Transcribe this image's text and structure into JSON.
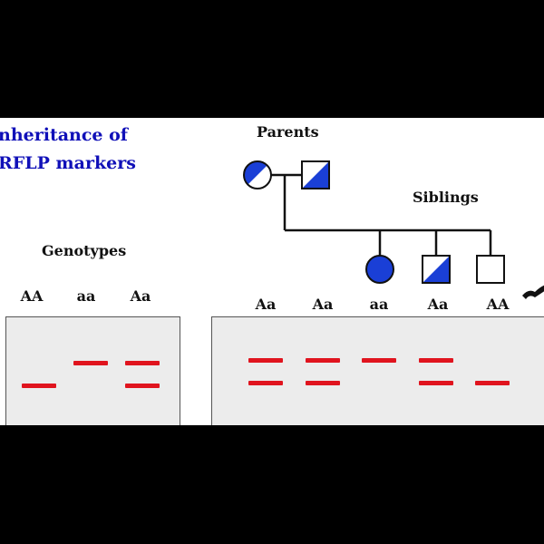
{
  "title": "nheritance of\nRFLP markers",
  "labels": {
    "parents": "Parents",
    "siblings": "Siblings",
    "genotypes": "Genotypes"
  },
  "colors": {
    "title": "#1010b8",
    "band": "#e0141e",
    "pedigree_fill": "#1a3fd6",
    "gel_background": "#ececec"
  },
  "pedigree": {
    "parents": [
      {
        "sex": "female",
        "shading": "half"
      },
      {
        "sex": "male",
        "shading": "half"
      }
    ],
    "siblings": [
      {
        "sex": "female",
        "shading": "full"
      },
      {
        "sex": "male",
        "shading": "half"
      },
      {
        "sex": "male",
        "shading": "none"
      }
    ]
  },
  "left_gel": {
    "lanes": [
      {
        "genotype": "AA",
        "bands": [
          "A"
        ]
      },
      {
        "genotype": "aa",
        "bands": [
          "a"
        ]
      },
      {
        "genotype": "Aa",
        "bands": [
          "a",
          "A"
        ]
      }
    ]
  },
  "right_gel": {
    "lanes": [
      {
        "genotype": "Aa",
        "bands": [
          "a",
          "A"
        ]
      },
      {
        "genotype": "Aa",
        "bands": [
          "a",
          "A"
        ]
      },
      {
        "genotype": "aa",
        "bands": [
          "a"
        ]
      },
      {
        "genotype": "Aa",
        "bands": [
          "a",
          "A"
        ]
      },
      {
        "genotype": "AA",
        "bands": [
          "A"
        ]
      }
    ]
  }
}
